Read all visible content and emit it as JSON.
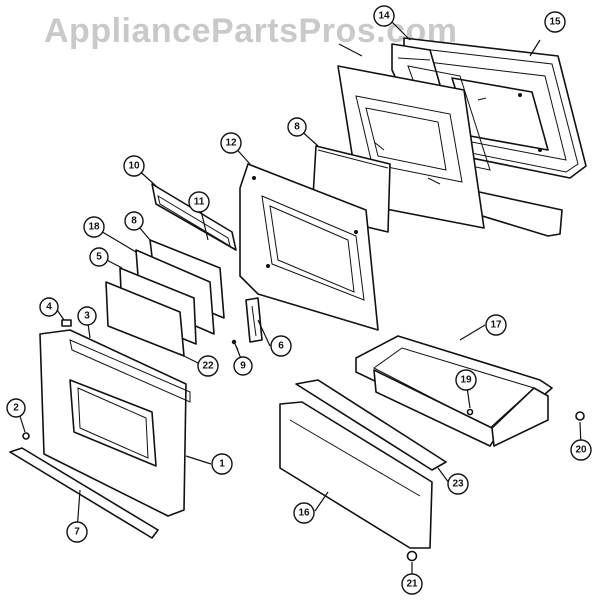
{
  "watermark": "AppliancePartsPros.com",
  "callouts": [
    {
      "id": "c1",
      "label": "1"
    },
    {
      "id": "c2",
      "label": "2"
    },
    {
      "id": "c3",
      "label": "3"
    },
    {
      "id": "c4",
      "label": "4"
    },
    {
      "id": "c5",
      "label": "5"
    },
    {
      "id": "c6",
      "label": "6"
    },
    {
      "id": "c7",
      "label": "7"
    },
    {
      "id": "c8a",
      "label": "8"
    },
    {
      "id": "c8b",
      "label": "8"
    },
    {
      "id": "c9",
      "label": "9"
    },
    {
      "id": "c10",
      "label": "10"
    },
    {
      "id": "c11",
      "label": "11"
    },
    {
      "id": "c12",
      "label": "12"
    },
    {
      "id": "c14",
      "label": "14"
    },
    {
      "id": "c15",
      "label": "15"
    },
    {
      "id": "c16",
      "label": "16"
    },
    {
      "id": "c17",
      "label": "17"
    },
    {
      "id": "c18",
      "label": "18"
    },
    {
      "id": "c19",
      "label": "19"
    },
    {
      "id": "c20",
      "label": "20"
    },
    {
      "id": "c21",
      "label": "21"
    },
    {
      "id": "c22",
      "label": "22"
    },
    {
      "id": "c23",
      "label": "23"
    }
  ]
}
